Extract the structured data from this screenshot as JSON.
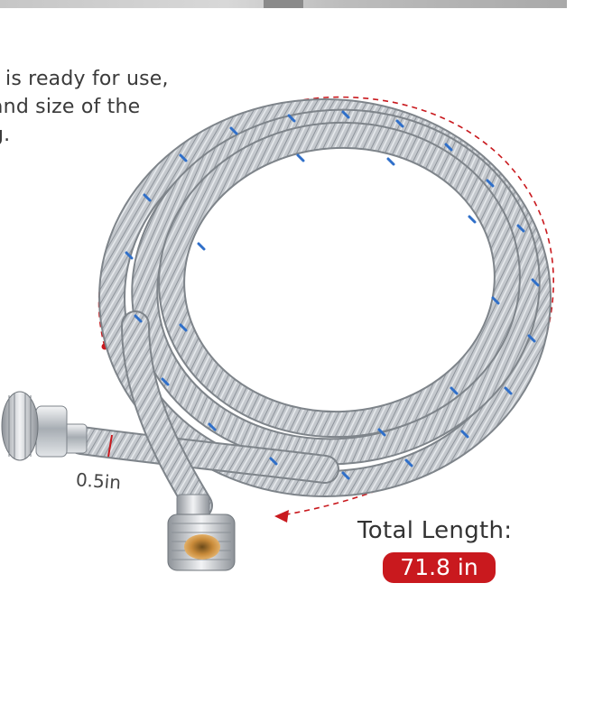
{
  "description": {
    "line1": "t is ready for use,",
    "line2": " and size of the",
    "line3": "g."
  },
  "dimensions": {
    "diameter_label": "0.5in",
    "total_length_label": "Total Length:",
    "total_length_value": "71.8 in"
  },
  "colors": {
    "accent_red": "#c9191e",
    "hose_silver": "#b9bec4",
    "blue_thread": "#2f6fc9"
  }
}
